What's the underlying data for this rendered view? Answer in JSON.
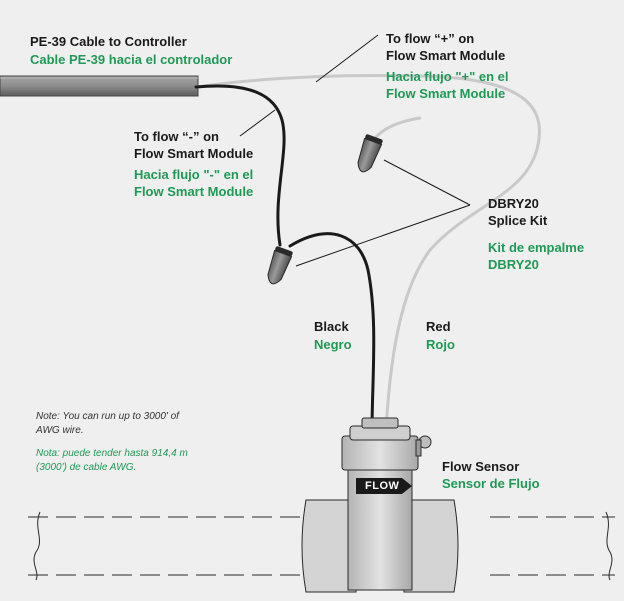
{
  "cable": {
    "label_en": "PE-39 Cable to Controller",
    "label_es": "Cable PE-39 hacia el controlador"
  },
  "flow_plus": {
    "line1_en": "To flow “+” on",
    "line2_en": "Flow Smart Module",
    "line1_es": "Hacia flujo \"+\" en el",
    "line2_es": "Flow Smart Module"
  },
  "flow_minus": {
    "line1_en": "To flow “-” on",
    "line2_en": "Flow Smart Module",
    "line1_es": "Hacia flujo \"-\" en el",
    "line2_es": "Flow Smart Module"
  },
  "splice_kit": {
    "line1_en": "DBRY20",
    "line2_en": "Splice Kit",
    "line1_es": "Kit de empalme",
    "line2_es": "DBRY20"
  },
  "wires": {
    "black_en": "Black",
    "black_es": "Negro",
    "red_en": "Red",
    "red_es": "Rojo"
  },
  "note": {
    "line1_en": "Note: You can run up to 3000' of",
    "line2_en": "AWG wire.",
    "line1_es": "Nota: puede tender hasta 914,4 m",
    "line2_es": "(3000') de cable AWG."
  },
  "sensor": {
    "label_en": "Flow Sensor",
    "label_es": "Sensor de Flujo",
    "arrow_text": "FLOW"
  },
  "colors": {
    "accent_green": "#1f9a55",
    "background": "#efeff0",
    "cable": "#8a8a8a",
    "black_wire": "#1a1a1a",
    "red_wire": "#c8c8c8"
  }
}
